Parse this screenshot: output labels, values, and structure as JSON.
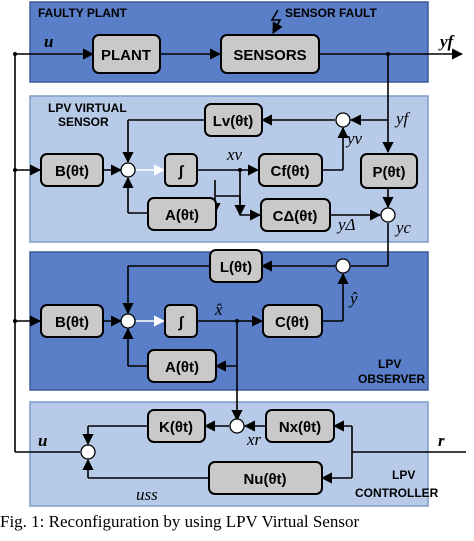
{
  "regions": {
    "faulty_plant": {
      "title": "FAULTY PLANT",
      "color": "#5a7ec7"
    },
    "virtual_sensor": {
      "title_line1": "LPV VIRTUAL",
      "title_line2": "SENSOR",
      "color": "#b7cbe9"
    },
    "observer": {
      "title_line1": "LPV",
      "title_line2": "OBSERVER",
      "color": "#5a7ec7"
    },
    "controller": {
      "title_line1": "LPV",
      "title_line2": "CONTROLLER",
      "color": "#b7cbe9"
    }
  },
  "blocks": {
    "plant": "PLANT",
    "sensors": "SENSORS",
    "lv": "Lv(θt)",
    "b_vs": "B(θt)",
    "int_vs": "∫",
    "cf": "Cf(θt)",
    "p": "P(θt)",
    "a_vs": "A(θt)",
    "c_delta": "CΔ(θt)",
    "l_obs": "L(θt)",
    "b_obs": "B(θt)",
    "int_obs": "∫",
    "c_obs": "C(θt)",
    "a_obs": "A(θt)",
    "k": "K(θt)",
    "nx": "Nx(θt)",
    "nu": "Nu(θt)"
  },
  "annotations": {
    "sensor_fault": "SENSOR FAULT"
  },
  "signals": {
    "u_top": "u",
    "yf_out": "yf",
    "yf_vs": "yf",
    "yv": "yv",
    "xv": "xv",
    "ydelta": "yΔ",
    "yc": "yc",
    "yhat": "ŷ",
    "xhat": "x̂",
    "xr": "xr",
    "u_ctrl": "u",
    "r": "r",
    "uss": "uss"
  },
  "caption": "Fig. 1: Reconfiguration by using LPV Virtual Sensor"
}
